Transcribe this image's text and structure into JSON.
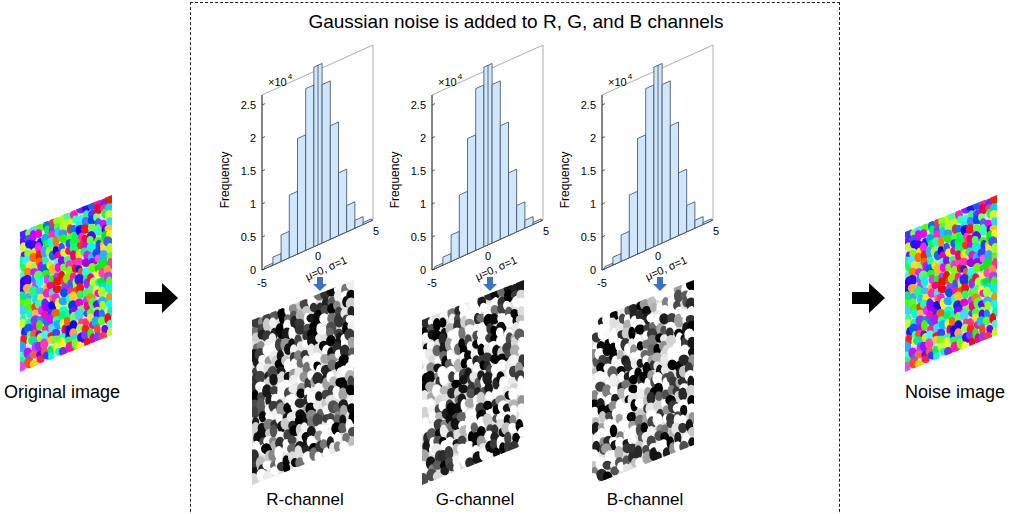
{
  "diagram": {
    "nodes": [
      {
        "text": [
          "Gaussian noise is added to R, G, and B channels"
        ]
      }
    ],
    "labels": [
      "Original image",
      "2.5",
      "×10",
      "4",
      "2",
      "1.5",
      "1",
      "0.5",
      "0",
      "-5",
      "0",
      "5",
      "Frequency",
      "μ=0, σ=1",
      "2.5",
      "×10",
      "4",
      "2",
      "1.5",
      "1",
      "0.5",
      "0",
      "-5",
      "0",
      "5",
      "Frequency",
      "μ=0, σ=1",
      "2.5",
      "×10",
      "4",
      "2",
      "1.5",
      "1",
      "0.5",
      "0",
      "-5",
      "0",
      "5",
      "Frequency",
      "μ=0, σ=1",
      "R-channel",
      "G-channel",
      "B-channel",
      "Noise image"
    ]
  }
}
